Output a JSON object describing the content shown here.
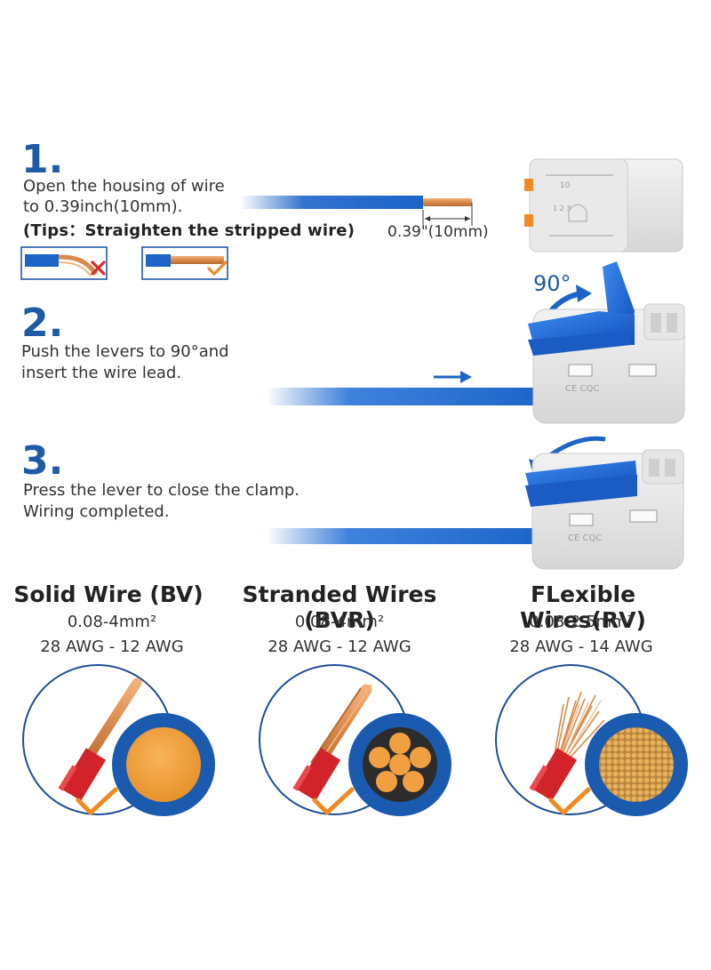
{
  "steps": [
    {
      "number": "1.",
      "lines": [
        "Open the housing of wire",
        "to 0.39inch(10mm)."
      ],
      "tip": "(Tips：Straighten the stripped wire)",
      "dimension": "0.39\"(10mm)"
    },
    {
      "number": "2.",
      "lines": [
        "Push the levers to 90°and",
        "insert the wire lead."
      ],
      "angle": "90°"
    },
    {
      "number": "3.",
      "lines": [
        "Press the lever to close the clamp.",
        "Wiring completed."
      ]
    }
  ],
  "connector_markings": {
    "scale": "10",
    "steps": "1 2 3",
    "cert": "CE CQC"
  },
  "wire_types": [
    {
      "title": "Solid Wire (BV)",
      "range": "0.08-4mm²",
      "awg": "28 AWG - 12 AWG"
    },
    {
      "title": "Stranded Wires (BVR)",
      "range": "0.08-4mm²",
      "awg": "28 AWG - 12 AWG"
    },
    {
      "title": "FLexible Wires(RV)",
      "range": "0.08-2.5mm²",
      "awg": "28 AWG - 14 AWG"
    }
  ],
  "colors": {
    "accent_blue": "#1f5aa6",
    "wire_blue": "#1c64c8",
    "lever_blue": "#1e6fd9",
    "copper": "#d9894a",
    "insulation_red": "#d2232a",
    "check_orange": "#f08a24",
    "cross_red": "#d62b2b",
    "housing_grey": "#e4e4e4"
  },
  "icons": [
    "cross-icon",
    "check-icon",
    "arrow-right-icon",
    "rotate-arrow-icon"
  ]
}
